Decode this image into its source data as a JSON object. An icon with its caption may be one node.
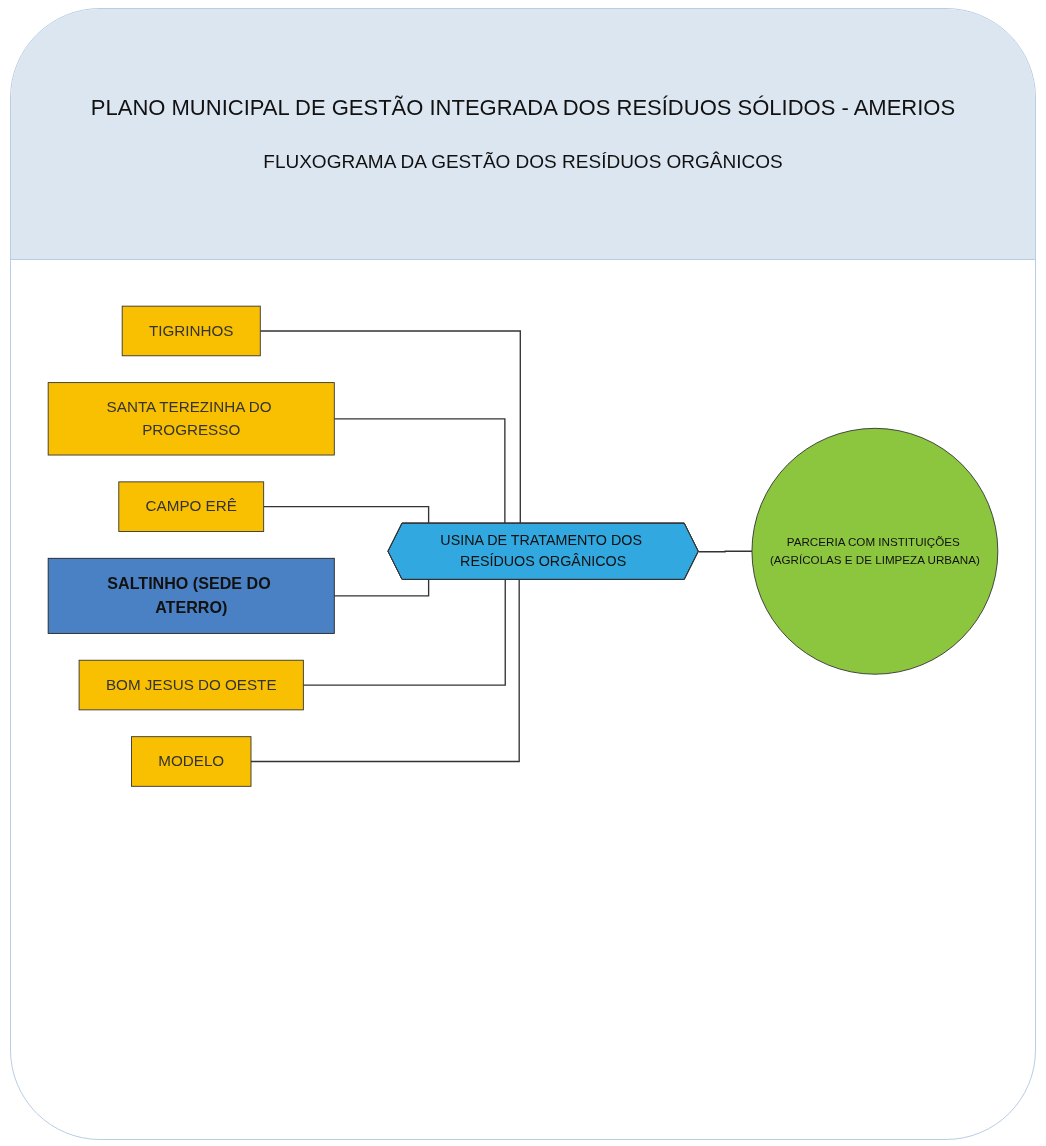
{
  "diagram": {
    "title": "PLANO MUNICIPAL DE GESTÃO INTEGRADA DOS RESÍDUOS SÓLIDOS - AMERIOS",
    "nodes": [
      {
        "text": [
          "TIGRINHOS"
        ]
      },
      {
        "text": [
          "SANTA TEREZINHA DO PROGRESSO"
        ]
      },
      {
        "text": [
          "CAMPO ERÊ"
        ]
      },
      {
        "text": [
          "SALTINHO (SEDE DO ATERRO)"
        ]
      },
      {
        "text": [
          "BOM JESUS DO OESTE"
        ]
      },
      {
        "text": [
          "MODELO"
        ]
      },
      {
        "text": [
          "USINA DE TRATAMENTO DOS RESÍDUOS ORGÂNICOS"
        ]
      },
      {
        "text": [
          "PARCERIA COM INSTITUIÇÕES (AGRÍCOLAS E DE LIMPEZA URBANA)"
        ]
      }
    ],
    "edges": [
      {
        "from": 0,
        "to": 6,
        "arrow": "none"
      },
      {
        "from": 1,
        "to": 6,
        "arrow": "none"
      },
      {
        "from": 2,
        "to": 6,
        "arrow": "none"
      },
      {
        "from": 3,
        "to": 6,
        "arrow": "none"
      },
      {
        "from": 4,
        "to": 6,
        "arrow": "none"
      },
      {
        "from": 5,
        "to": 6,
        "arrow": "none"
      },
      {
        "from": 6,
        "to": 7,
        "arrow": "none"
      }
    ],
    "labels": [
      "FLUXOGRAMA DA GESTÃO DOS RESÍDUOS ORGÂNICOS"
    ]
  }
}
